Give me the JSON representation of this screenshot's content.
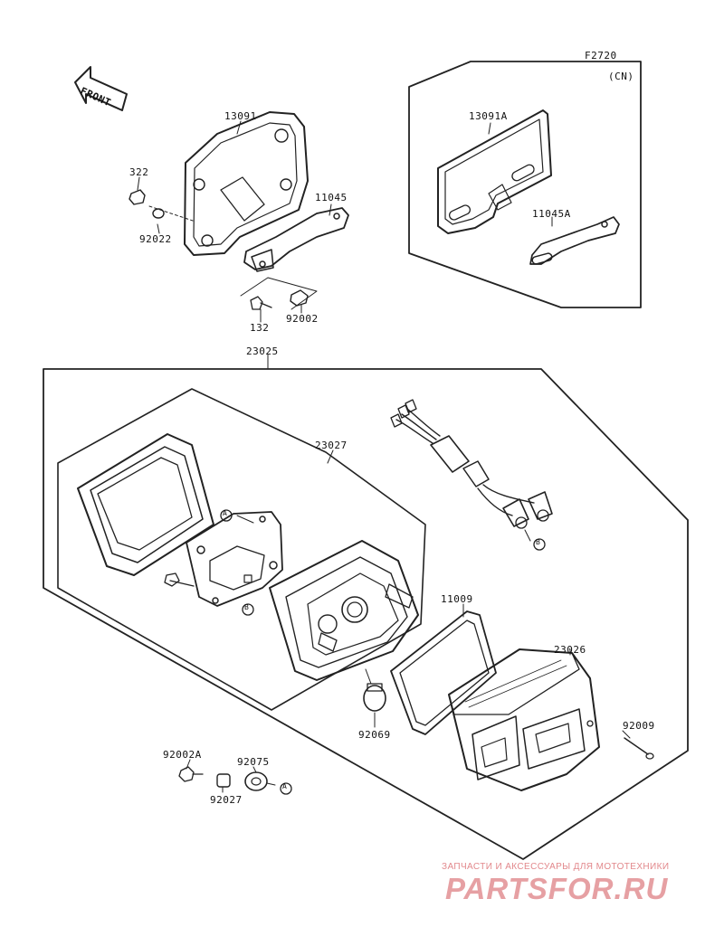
{
  "figure_code": "F2720",
  "variant_note": "(CN)",
  "front_label": "FRONT",
  "callouts": {
    "c13091": "13091",
    "c322": "322",
    "c92022": "92022",
    "c11045": "11045",
    "c132": "132",
    "c92002": "92002",
    "c13091A": "13091A",
    "c11045A": "11045A",
    "c23025": "23025",
    "c23027": "23027",
    "c11009": "11009",
    "c23026": "23026",
    "c92009": "92009",
    "c92069": "92069",
    "c92002A": "92002A",
    "c92075": "92075",
    "c92027": "92027"
  },
  "markers": {
    "a": "A",
    "b": "B"
  },
  "watermark": {
    "tagline": "ЗАПЧАСТИ И АКСЕССУАРЫ ДЛЯ МОТОТЕХНИКИ",
    "logo": "PARTSFOR.RU"
  }
}
